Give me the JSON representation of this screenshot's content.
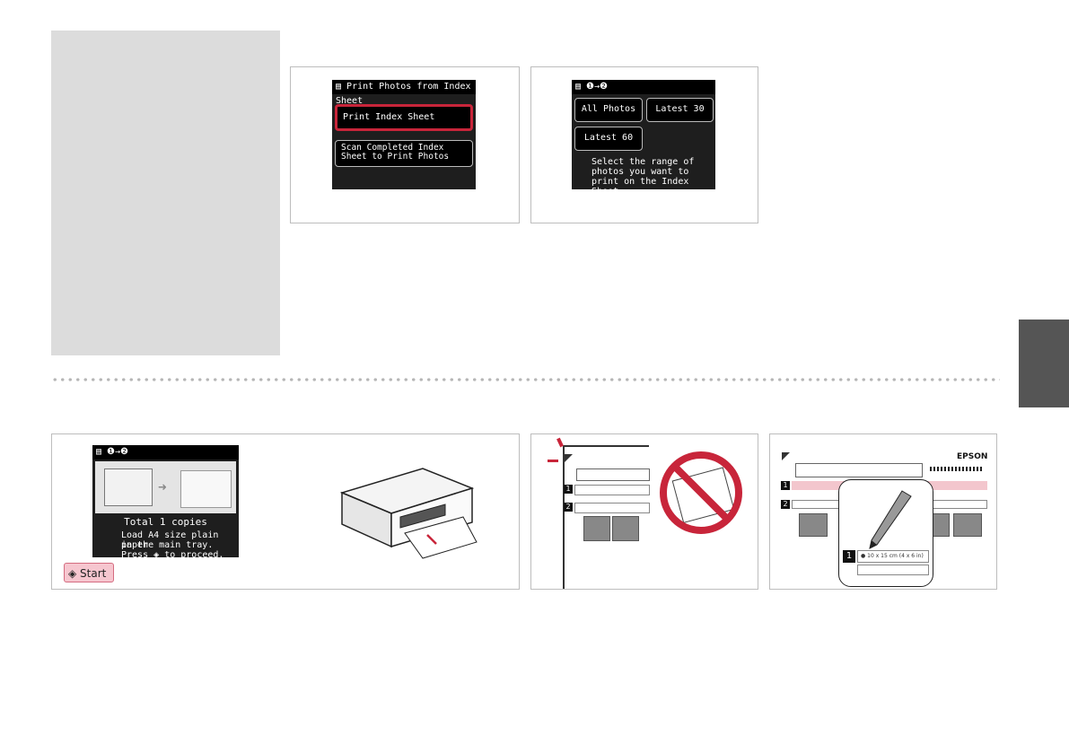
{
  "screen1": {
    "header": "Print Photos from Index Sheet",
    "options": [
      "Print Index Sheet",
      "Scan Completed Index Sheet to Print Photos"
    ],
    "selected_index": 0
  },
  "screen2": {
    "header": "❶→❷",
    "options": [
      "All Photos",
      "Latest 30",
      "Latest 60"
    ],
    "message": "Select the range of photos you want to print on the Index Sheet."
  },
  "screen3": {
    "header": "❶→❷",
    "total": "Total 1 copies",
    "message_line1": "Load A4 size plain paper",
    "message_line2": "in the main tray.",
    "message_line3_pre": "Press",
    "message_line3_post": "to proceed."
  },
  "start_button": {
    "label": "Start"
  },
  "index_sheet": {
    "brand": "EPSON",
    "row_numbers": [
      "1",
      "2"
    ],
    "paper_size_label": "10 x 15 cm (4 x 6 in)"
  },
  "colors": {
    "sidebar": "#dcdcdc",
    "accent_red": "#c8253a",
    "tab": "#555555"
  }
}
